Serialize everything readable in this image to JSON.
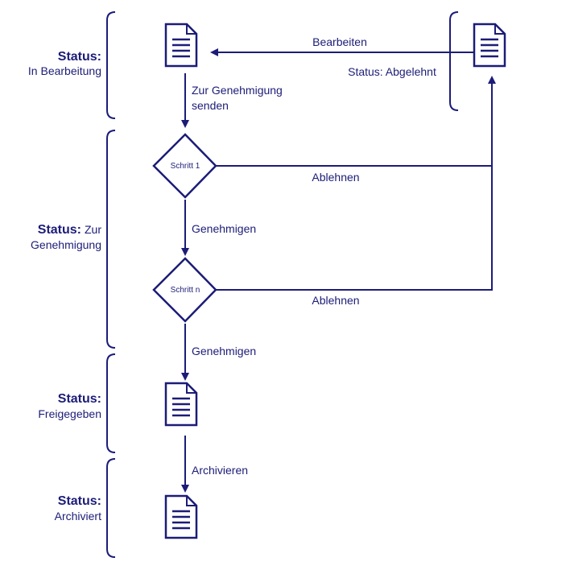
{
  "colors": {
    "ink": "#1c1c78",
    "fill": "#ffffff"
  },
  "statuses": [
    {
      "key": "Status:",
      "value": "In Bearbeitung"
    },
    {
      "key": "Status:",
      "value": "Zur",
      "value2": "Genehmigung"
    },
    {
      "key": "Status:",
      "value": "Freigegeben"
    },
    {
      "key": "Status:",
      "value": "Archiviert"
    }
  ],
  "rejected_status": "Status: Abgelehnt",
  "steps": {
    "first": "Schritt 1",
    "last": "Schritt n"
  },
  "edges": {
    "edit": "Bearbeiten",
    "submit_line1": "Zur Genehmigung",
    "submit_line2": "senden",
    "approve_1": "Genehmigen",
    "approve_2": "Genehmigen",
    "reject_1": "Ablehnen",
    "reject_2": "Ablehnen",
    "archive": "Archivieren"
  },
  "icons": [
    "document-icon",
    "diamond-decision"
  ]
}
